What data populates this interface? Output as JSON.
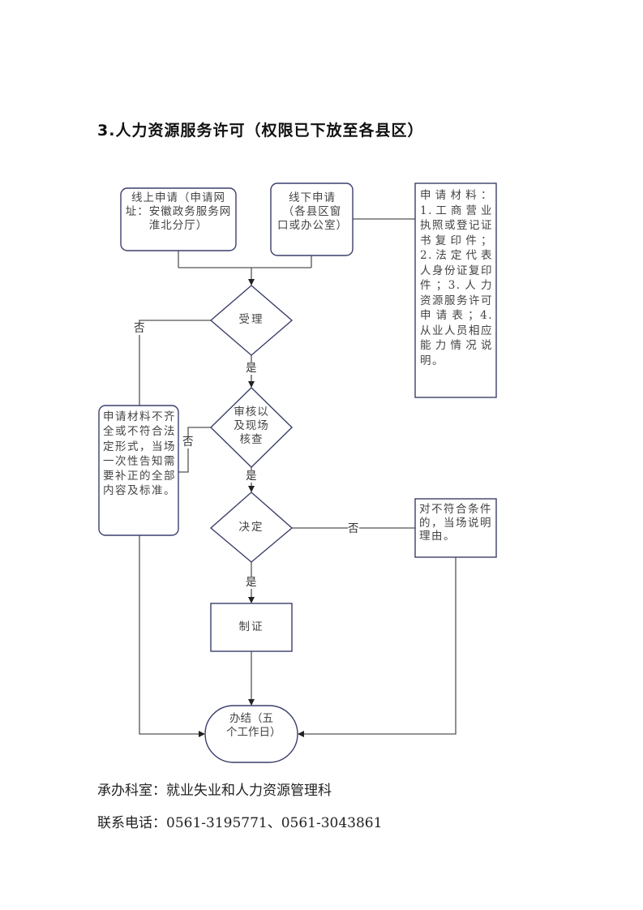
{
  "title": "3.人力资源服务许可（权限已下放至各县区）",
  "flowchart": {
    "online_apply": "线上申请（申请网址：安徽政务服务网淮北分厅）",
    "offline_apply": "线下申请（各县区窗口或办公室）",
    "materials": "申请材料：1.工商营业执照或登记证书复印件；2.法定代表人身份证复印件；3.人力资源服务许可申请表；4.从业人员相应能力情况说明。",
    "accept": "受理",
    "review": "审核以及现场核查",
    "decide": "决定",
    "certify": "制证",
    "complete": "办结（五个工作日）",
    "incomplete_notice": "申请材料不齐全或不符合法定形式，当场一次性告知需要补正的全部内容及标准。",
    "reject_notice": "对不符合条件的，当场说明理由。",
    "yes_label": "是",
    "no_label": "否"
  },
  "footer": {
    "office": "承办科室：就业失业和人力资源管理科",
    "phone": "联系电话：0561-3195771、0561-3043861"
  },
  "colors": {
    "shape_stroke": "#3b3f6b",
    "line_stroke": "#555555"
  }
}
